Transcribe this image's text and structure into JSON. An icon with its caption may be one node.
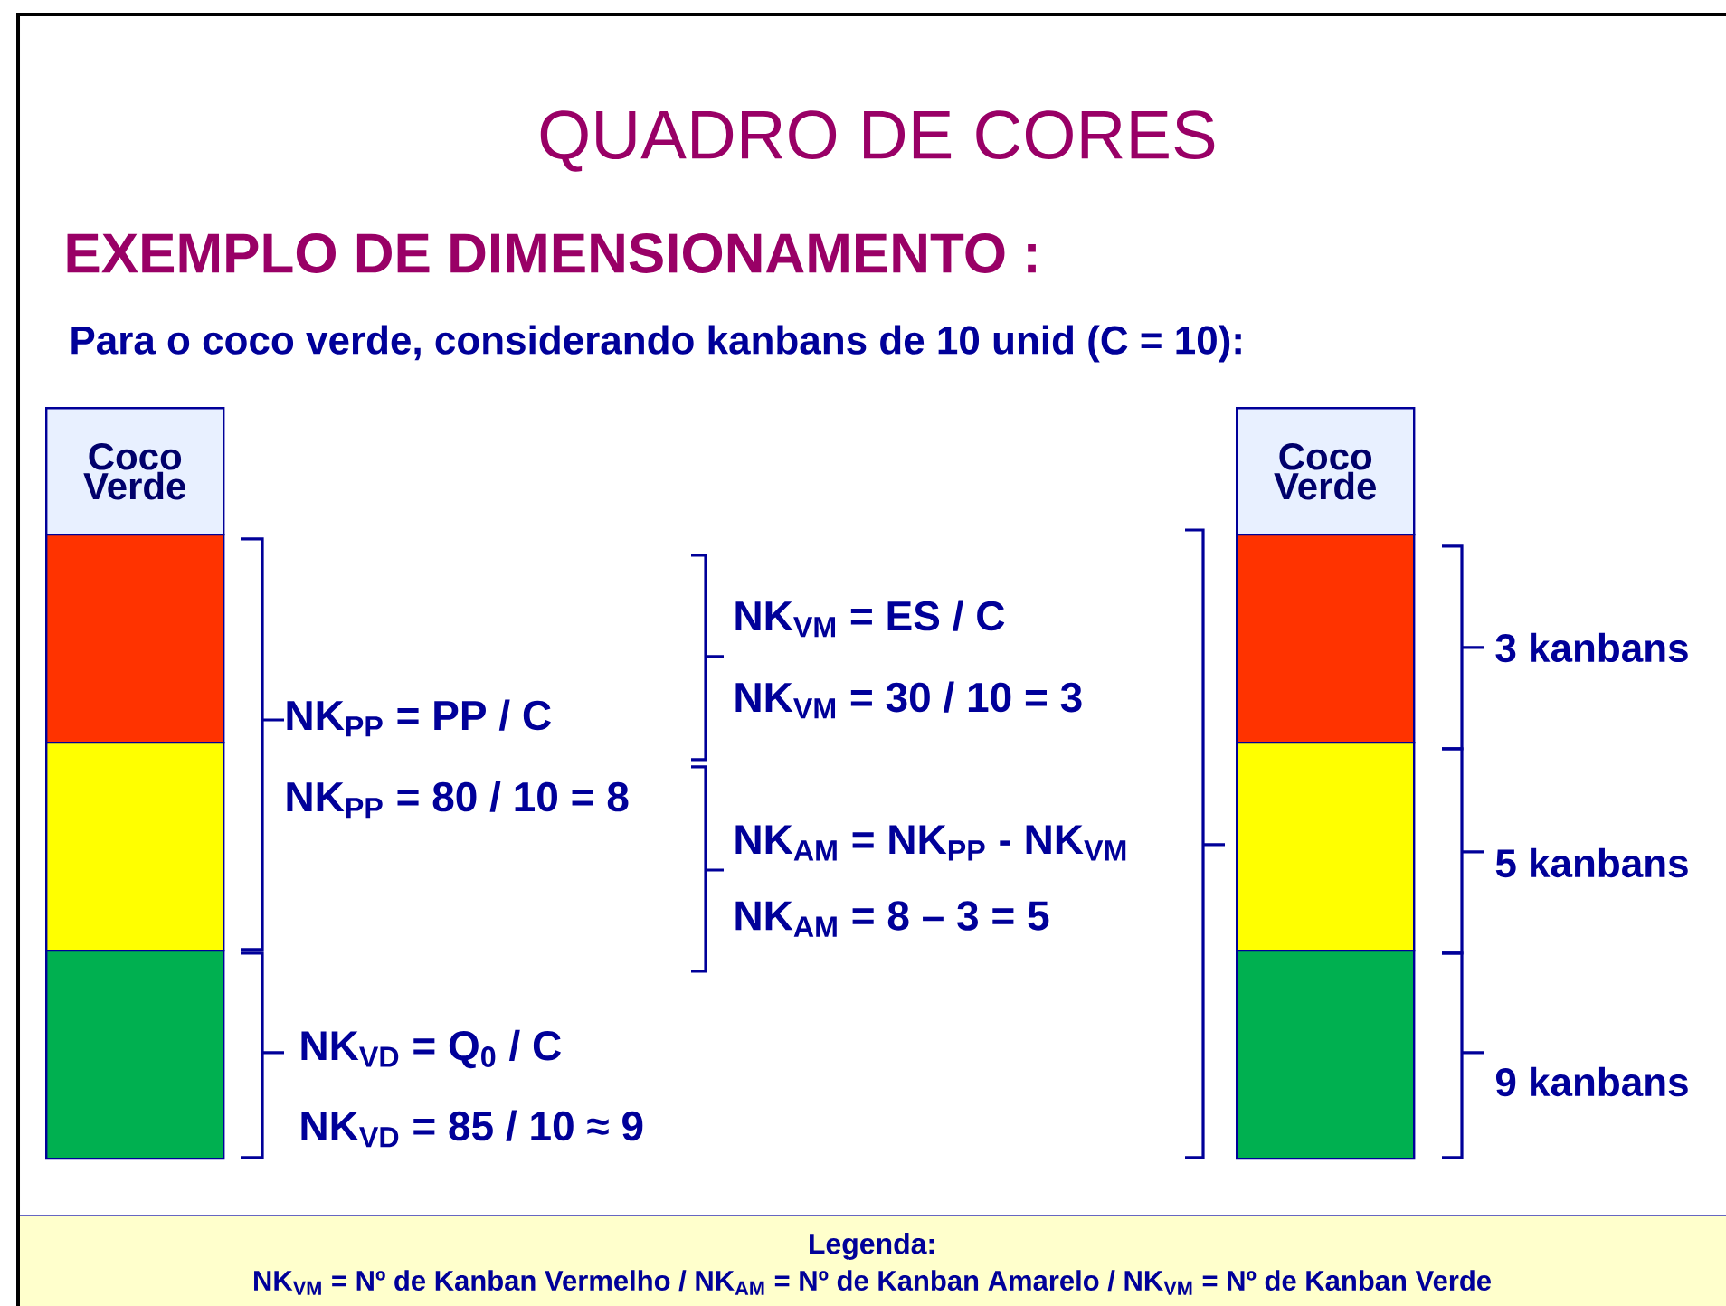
{
  "diagram": {
    "title": "QUADRO DE CORES",
    "nodes": [
      {
        "text": [
          "Coco Verde"
        ]
      },
      {
        "text": [],
        "shape": "box"
      },
      {
        "text": [],
        "shape": "box"
      },
      {
        "text": [],
        "shape": "box"
      },
      {
        "text": [
          "Coco Verde"
        ]
      },
      {
        "text": [],
        "shape": "box"
      },
      {
        "text": [],
        "shape": "box"
      },
      {
        "text": [],
        "shape": "box"
      }
    ],
    "edges": [],
    "labels": [
      "EXEMPLO DE DIMENSIONAMENTO :",
      "Para o coco verde, considerando kanbans de 10 unid (C = 10):",
      "NK$_{PP}$ = PP / C",
      "NK$_{PP}$ = 80 / 10 = 8",
      "NK$_{VM}$ = ES / C",
      "NK$_{VM}$ = 30 / 10 = 3",
      "NK$_{AM}$ = NK$_{PP}$ - NK$_{VM}$",
      "NK$_{AM}$ = 8 – 3 = 5",
      "NK$_{VD}$ = Q$_{0}$ / C",
      "NK$_{VD}$ = 85 / 10 ≈ 9",
      "3 kanbans",
      "5 kanbans",
      "9 kanbans",
      "Legenda:",
      "NK$_{VM}$ = Nº de Kanban Vermelho   /   NK$_{AM}$ = Nº de Kanban Amarelo   /   NK$_{VM}$ = Nº de Kanban Verde"
    ]
  }
}
